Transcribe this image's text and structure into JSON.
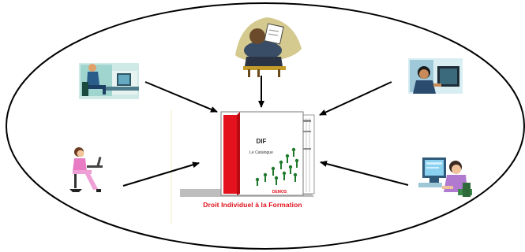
{
  "diagram": {
    "book": {
      "title": "DIF",
      "subtitle": "Le Catalogue",
      "publisher": "DEMOS"
    },
    "caption": "Droit Individuel à la Formation",
    "icons": [
      "man-at-computer-icon",
      "thinking-person-icon",
      "woman-at-computer-icon",
      "woman-with-laptop-icon",
      "woman-at-computer-screen-icon"
    ],
    "colors": {
      "ellipse": "#000000",
      "book_spine": "#e4121c",
      "caption": "#e0101a",
      "arrow": "#000000"
    }
  }
}
